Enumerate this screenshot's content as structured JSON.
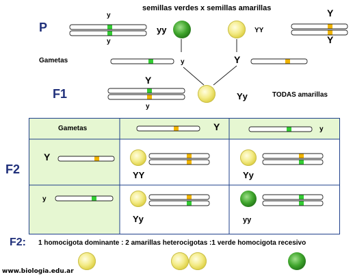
{
  "parents": {
    "p_label": "P",
    "cross_text": "semillas verdes   x   semillas amarillas",
    "left": {
      "top_allele": "y",
      "bottom_allele": "y",
      "genotype": "yy"
    },
    "right": {
      "top_allele": "Y",
      "bottom_allele": "Y",
      "genotype": "YY"
    }
  },
  "gametes": {
    "label": "Gametas",
    "left_allele": "y",
    "right_allele": "Y"
  },
  "f1": {
    "label": "F1",
    "top_allele": "Y",
    "bottom_allele": "y",
    "genotype": "Yy",
    "result": "TODAS  amarillas"
  },
  "f2": {
    "label": "F2",
    "table_header": "Gametas",
    "col_alleles": [
      "Y",
      "y"
    ],
    "row_alleles": [
      "Y",
      "y"
    ],
    "cells": [
      [
        "YY",
        "Yy"
      ],
      [
        "Yy",
        "yy"
      ]
    ]
  },
  "summary": {
    "label": "F2:",
    "text": "1 homocigota dominante  : 2 amarillas heterocigotas  :1 verde homocigota recesivo"
  },
  "footer": "www.biologia.edu.ar",
  "colors": {
    "green_allele": "#33cc33",
    "yellow_allele": "#f0b400",
    "table_fill": "#e6f7d2",
    "table_border": "#1e3f8a",
    "yellow_seed": "#e8df62",
    "green_seed": "#2e8b1f"
  }
}
